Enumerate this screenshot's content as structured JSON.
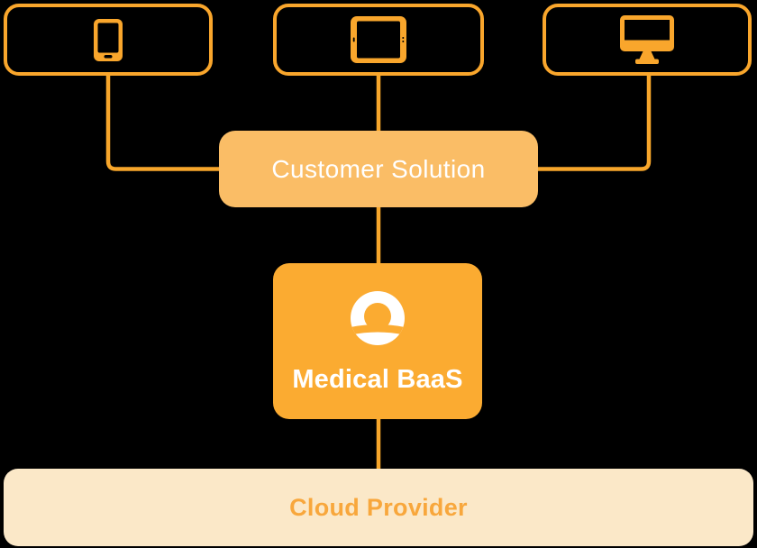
{
  "diagram": {
    "title": "Medical BaaS architecture diagram",
    "background_color": "#000000",
    "colors": {
      "device_outline": "#F9A62C",
      "connector_line": "#F7A62B",
      "customer_fill": "#FABD66",
      "medical_fill": "#FBAB31",
      "cloud_fill": "#FBE8C8",
      "cloud_text": "#F8A73C",
      "node_text": "#FFFFFF"
    },
    "devices": [
      {
        "id": "phone",
        "icon": "smartphone-icon"
      },
      {
        "id": "tablet",
        "icon": "tablet-icon"
      },
      {
        "id": "desktop",
        "icon": "desktop-monitor-icon"
      }
    ],
    "nodes": {
      "customer": {
        "label": "Customer Solution"
      },
      "medical": {
        "label": "Medical BaaS",
        "icon": "person-circle-icon"
      },
      "cloud": {
        "label": "Cloud Provider"
      }
    },
    "connections": [
      "phone -> customer",
      "tablet -> customer",
      "desktop -> customer",
      "customer -> medical",
      "medical -> cloud"
    ]
  }
}
